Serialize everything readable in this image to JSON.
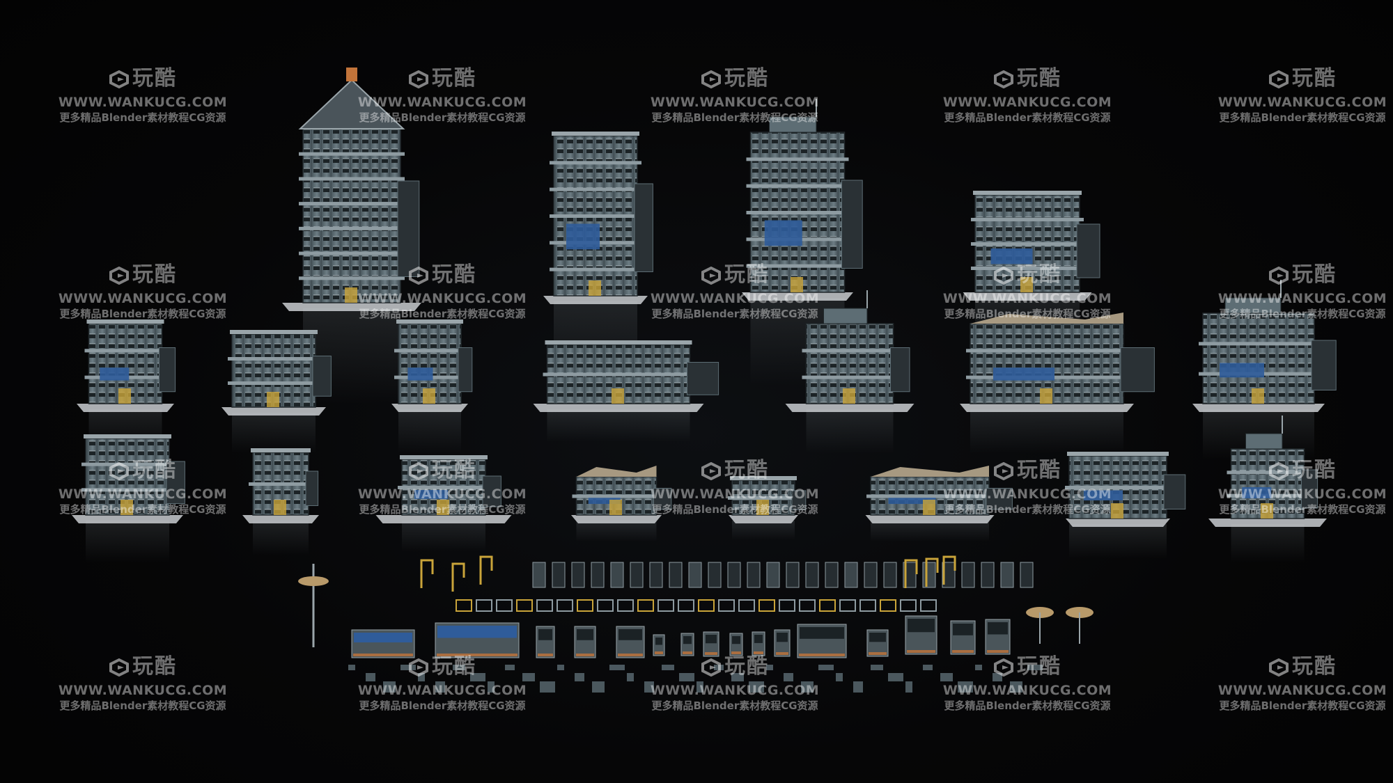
{
  "watermark": {
    "logo_text": "玩酷",
    "url": "WWW.WANKUCG.COM",
    "subtitle": "更多精品Blender素材教程CG资源"
  },
  "colors": {
    "background": "#050506",
    "building_wall": "#5d6d74",
    "building_dark": "#2a3135",
    "tarp_blue": "#2f5c9a",
    "accent_orange": "#c2743a",
    "accent_yellow": "#c9a43a",
    "base_platform": "#c9cdd0"
  }
}
